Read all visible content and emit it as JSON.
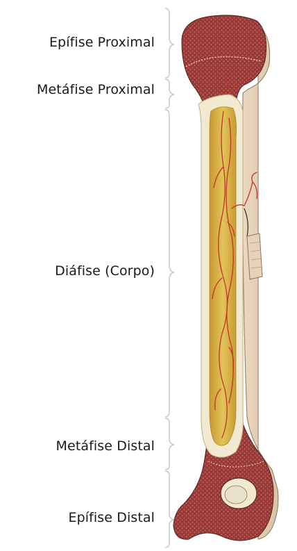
{
  "labels": {
    "epifise_proximal": "Epífise Proximal",
    "metafise_proximal": "Metáfise Proximal",
    "diafise": "Diáfise (Corpo)",
    "metafise_distal": "Metáfise Distal",
    "epifise_distal": "Epífise Distal"
  },
  "colors": {
    "spongy_bone": "#9a3a3a",
    "marrow": "#d8b440",
    "compact_bone": "#f2ead0",
    "blood_vessel": "#c0352b",
    "periosteum": "#e6d2b8",
    "bracket": "#bdbdbd"
  }
}
